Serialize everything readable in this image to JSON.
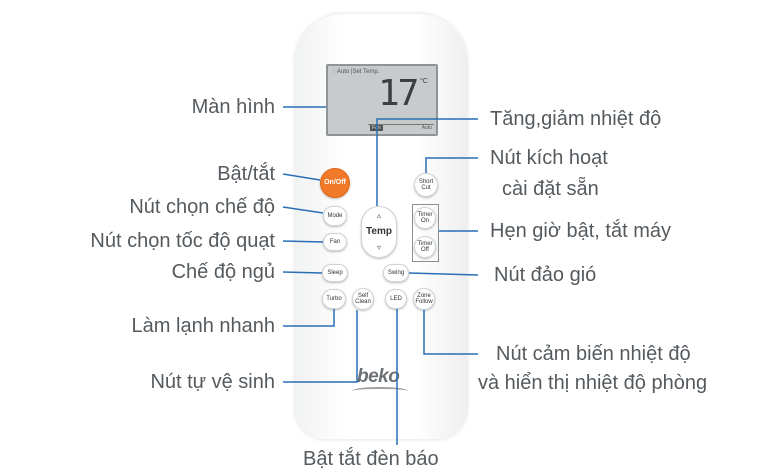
{
  "remote": {
    "screen": {
      "mode_text": "◌ Auto  |Set Temp.",
      "temperature": "17",
      "unit": "°C",
      "fan_text": "Fan",
      "auto_text": "Auto"
    },
    "buttons": {
      "onoff": "On/Off",
      "short_cut": [
        "Short",
        "Cut"
      ],
      "mode": "Mode",
      "temp": "Temp",
      "temp_up": "▵",
      "temp_down": "▿",
      "timer_on": [
        "Timer",
        "On"
      ],
      "timer_off": [
        "Timer",
        "Off"
      ],
      "fan": "Fan",
      "sleep": "Sleep",
      "swing": "Swing",
      "turbo": "Turbo",
      "self_clean": [
        "Self",
        "Clean"
      ],
      "led": "LED",
      "zone_follow": [
        "Zone",
        "Follow"
      ]
    },
    "brand": "beko"
  },
  "labels": {
    "screen": "Màn hình",
    "onoff": "Bật/tắt",
    "mode": "Nút chọn chế độ",
    "fan_speed": "Nút chọn tốc độ quạt",
    "sleep": "Chế độ ngủ",
    "turbo": "Làm lạnh nhanh",
    "self_clean": "Nút tự vệ sinh",
    "temp": "Tăng,giảm nhiệt độ",
    "short_cut_1": "Nút kích hoạt",
    "short_cut_2": "cài đặt sẵn",
    "timer": "Hẹn giờ bật, tắt máy",
    "swing": "Nút đảo gió",
    "sensor_1": "Nút cảm biến nhiệt độ",
    "sensor_2": "và hiển thị nhiệt độ phòng",
    "led": "Bật tắt đèn báo"
  },
  "colors": {
    "onoff": "#f07a2a",
    "text": "#555a5e",
    "line": "#2a6fb5"
  }
}
